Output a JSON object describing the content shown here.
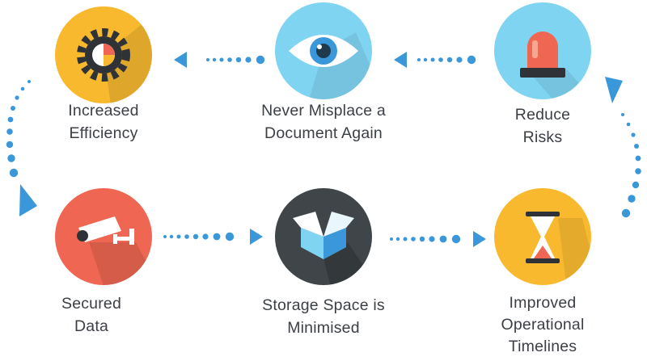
{
  "steps": [
    {
      "id": "efficiency",
      "icon": "gear-chart-icon",
      "color": "#f8b92f",
      "lines": [
        "Increased",
        "Efficiency"
      ]
    },
    {
      "id": "misplace",
      "icon": "eye-icon",
      "color": "#7fd4f1",
      "lines": [
        "Never Misplace a",
        "Document Again"
      ]
    },
    {
      "id": "risks",
      "icon": "siren-icon",
      "color": "#7fd4f1",
      "lines": [
        "Reduce",
        "Risks"
      ]
    },
    {
      "id": "secured",
      "icon": "security-camera-icon",
      "color": "#ef6753",
      "lines": [
        "Secured",
        "Data"
      ]
    },
    {
      "id": "storage",
      "icon": "box-icon",
      "color": "#3f4549",
      "lines": [
        "Storage Space is",
        "Minimised"
      ]
    },
    {
      "id": "timelines",
      "icon": "hourglass-icon",
      "color": "#f8b92f",
      "lines": [
        "Improved",
        "Operational",
        "Timelines"
      ]
    }
  ],
  "arrow_color": "#3a97da",
  "label_color": "#3b3f46"
}
